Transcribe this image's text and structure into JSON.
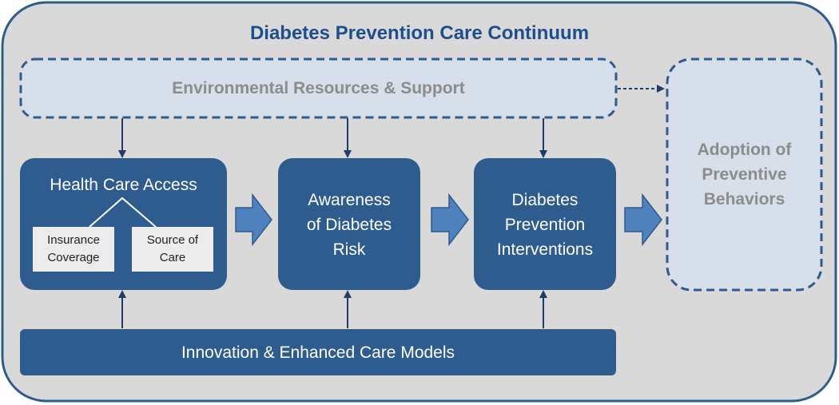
{
  "diagram": {
    "title": "Diabetes Prevention Care Continuum",
    "nodes": {
      "environment": "Environmental Resources & Support",
      "health_care_access": "Health Care Access",
      "insurance_coverage": "Insurance\nCoverage",
      "source_of_care": "Source of\nCare",
      "awareness": "Awareness\nof Diabetes\nRisk",
      "interventions": "Diabetes\nPrevention\nInterventions",
      "adoption": "Adoption of\nPreventive\nBehaviors",
      "innovation": "Innovation & Enhanced Care Models"
    },
    "edges": [
      {
        "from": "environment",
        "to": "health_care_access",
        "style": "arrow"
      },
      {
        "from": "environment",
        "to": "awareness",
        "style": "arrow"
      },
      {
        "from": "environment",
        "to": "interventions",
        "style": "arrow"
      },
      {
        "from": "environment",
        "to": "adoption",
        "style": "dashed-arrow"
      },
      {
        "from": "health_care_access",
        "to": "awareness",
        "style": "block-arrow"
      },
      {
        "from": "awareness",
        "to": "interventions",
        "style": "block-arrow"
      },
      {
        "from": "interventions",
        "to": "adoption",
        "style": "block-arrow"
      },
      {
        "from": "innovation",
        "to": "health_care_access",
        "style": "arrow"
      },
      {
        "from": "innovation",
        "to": "awareness",
        "style": "arrow"
      },
      {
        "from": "innovation",
        "to": "interventions",
        "style": "arrow"
      },
      {
        "from": "health_care_access",
        "to": "insurance_coverage",
        "style": "branch-line"
      },
      {
        "from": "health_care_access",
        "to": "source_of_care",
        "style": "branch-line"
      }
    ],
    "colors": {
      "frame_fill": "#d9d9d9",
      "frame_stroke": "#2f5c8f",
      "node_fill": "#2f5c8f",
      "dashed_fill": "#d6dfea",
      "dashed_stroke": "#2f5c8f",
      "block_arrow": "#4f81bd",
      "title_text": "#1f4e8c",
      "muted_text": "#8c8c8c"
    }
  }
}
